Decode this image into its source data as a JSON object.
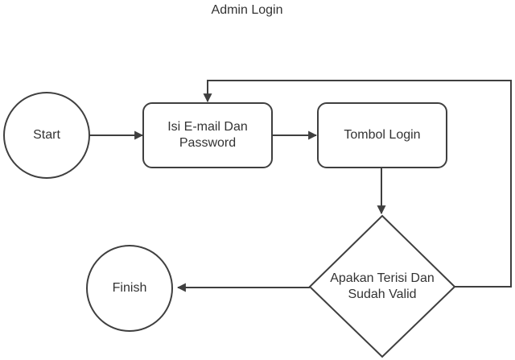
{
  "title": "Admin Login",
  "colors": {
    "background": "#ffffff",
    "line": "#3f3f3f",
    "text": "#333333"
  },
  "nodes": {
    "start": {
      "label": "Start",
      "shape": "circle"
    },
    "fill_form": {
      "label": "Isi E-mail Dan Password",
      "shape": "rounded-rectangle"
    },
    "login_button": {
      "label": "Tombol Login",
      "shape": "rounded-rectangle"
    },
    "decision": {
      "label": "Apakan Terisi Dan Sudah Valid",
      "shape": "diamond"
    },
    "finish": {
      "label": "Finish",
      "shape": "circle"
    }
  },
  "edges": [
    {
      "from": "start",
      "to": "fill_form"
    },
    {
      "from": "fill_form",
      "to": "login_button"
    },
    {
      "from": "login_button",
      "to": "decision"
    },
    {
      "from": "decision",
      "to": "finish"
    },
    {
      "from": "decision",
      "to": "fill_form"
    }
  ]
}
